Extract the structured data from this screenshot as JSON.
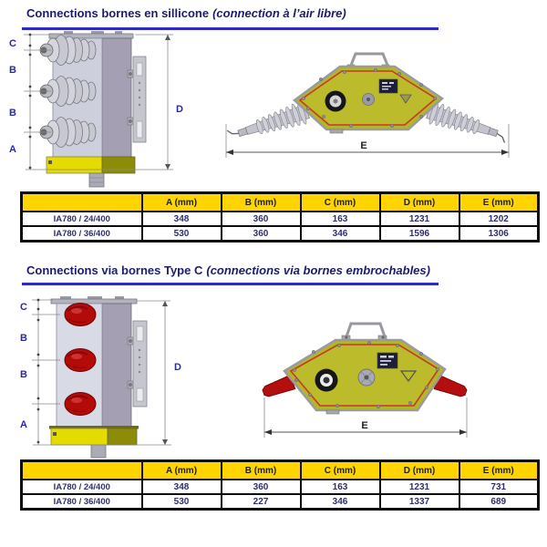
{
  "dim_labels": {
    "a": "A",
    "b": "B",
    "c": "C",
    "d": "D",
    "e": "E"
  },
  "colors": {
    "title_navy": "#1C1C6E",
    "underline_blue": "#2B2BC4",
    "table_header_yellow": "#FFD400",
    "hexagon_olive": "#B5B526",
    "hexagon_red_border": "#C23B2A",
    "connector_red": "#B30A0A",
    "base_yellow": "#E4DB00"
  },
  "section1": {
    "title": "Connections bornes en sillicone",
    "title_paren": "(connection à l’air libre)",
    "table": {
      "headers": [
        "",
        "A (mm)",
        "B (mm)",
        "C (mm)",
        "D (mm)",
        "E (mm)"
      ],
      "rows": [
        {
          "model": "IA780 / 24/400",
          "a": "348",
          "b": "360",
          "c": "163",
          "d": "1231",
          "e": "1202"
        },
        {
          "model": "IA780 / 36/400",
          "a": "530",
          "b": "360",
          "c": "346",
          "d": "1596",
          "e": "1306"
        }
      ]
    }
  },
  "section2": {
    "title": "Connections via bornes Type C",
    "title_paren": "(connections via bornes embrochables)",
    "table": {
      "headers": [
        "",
        "A (mm)",
        "B (mm)",
        "C (mm)",
        "D (mm)",
        "E (mm)"
      ],
      "rows": [
        {
          "model": "IA780 / 24/400",
          "a": "348",
          "b": "360",
          "c": "163",
          "d": "1231",
          "e": "731"
        },
        {
          "model": "IA780 / 36/400",
          "a": "530",
          "b": "227",
          "c": "346",
          "d": "1337",
          "e": "689"
        }
      ]
    }
  }
}
